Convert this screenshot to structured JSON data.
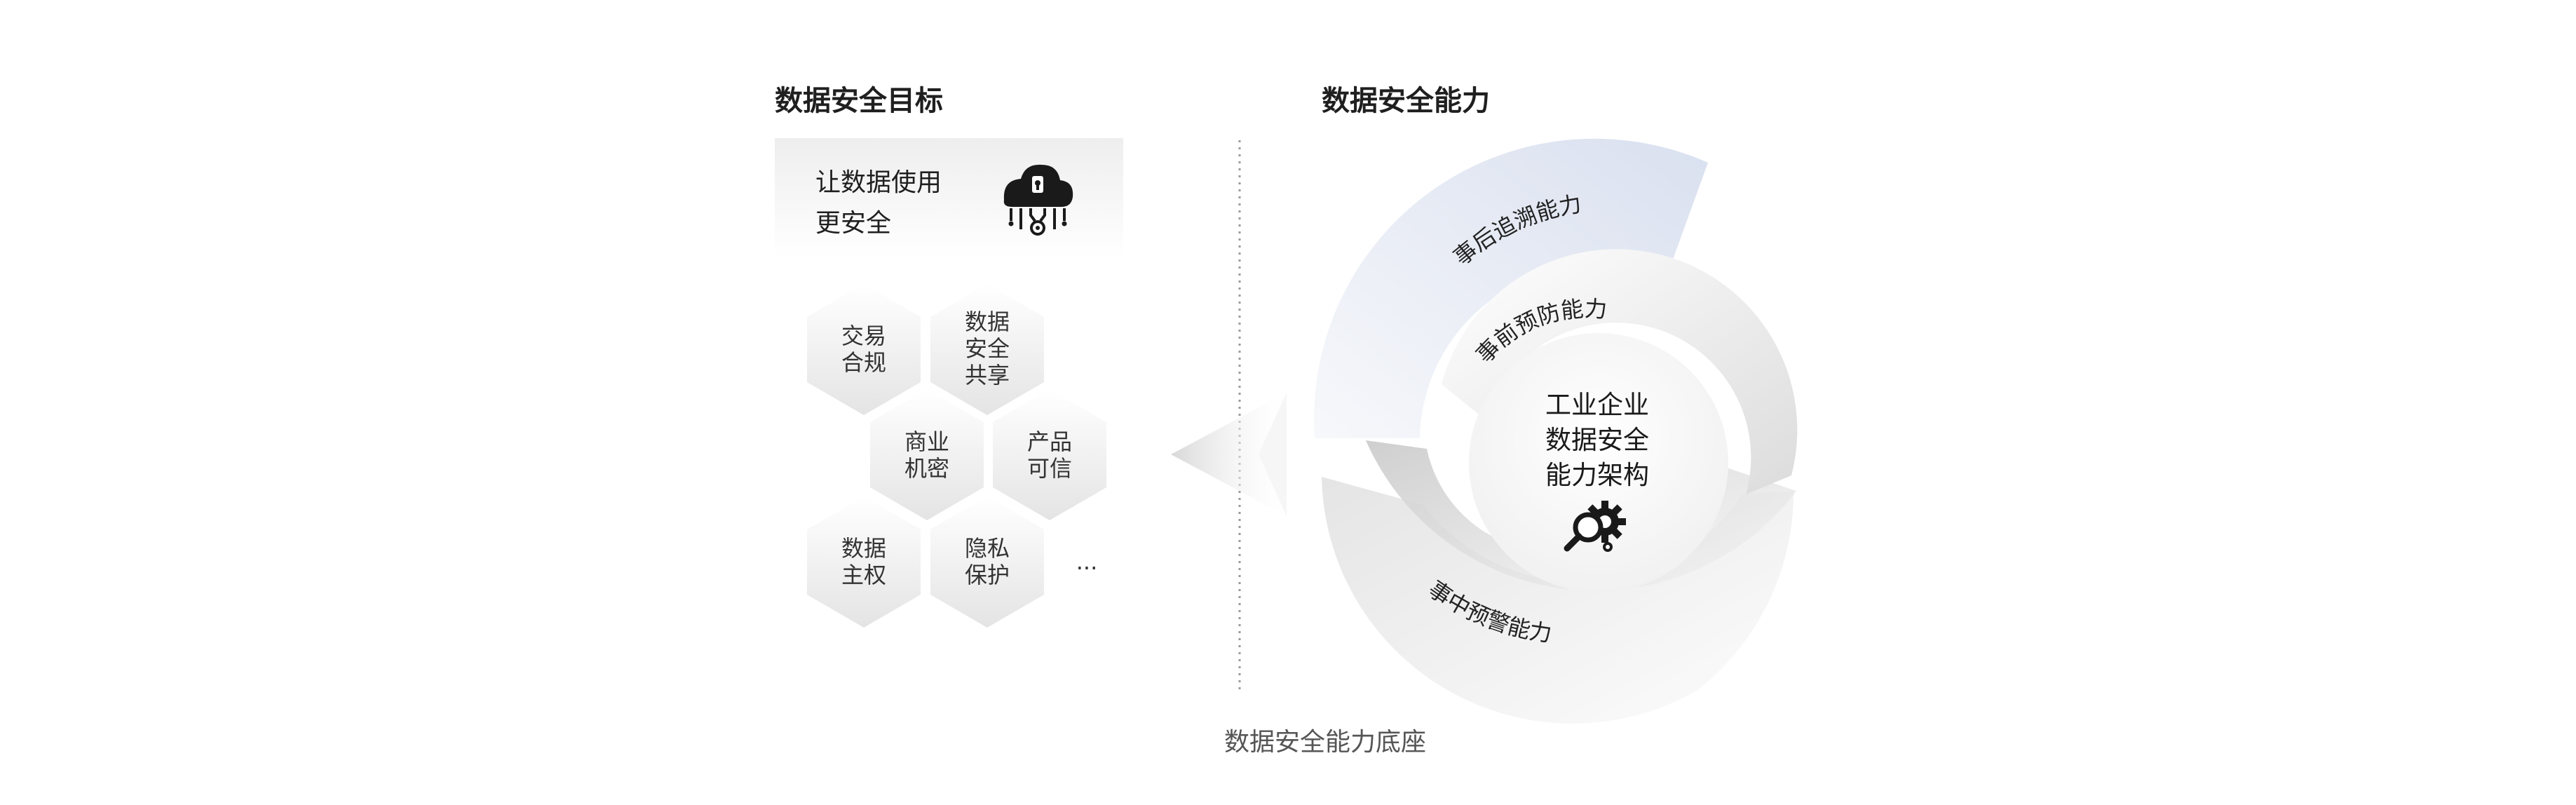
{
  "left": {
    "title": "数据安全目标",
    "goal_card": {
      "lines": [
        "让数据使用",
        "更安全"
      ],
      "icon": "cloud-lock-icon"
    },
    "hexagons": [
      {
        "id": "trade",
        "lines": [
          "交易",
          "合规"
        ]
      },
      {
        "id": "share",
        "lines": [
          "数据",
          "安全",
          "共享"
        ]
      },
      {
        "id": "secret",
        "lines": [
          "商业",
          "机密"
        ]
      },
      {
        "id": "product",
        "lines": [
          "产品",
          "可信"
        ]
      },
      {
        "id": "sovereign",
        "lines": [
          "数据",
          "主权"
        ]
      },
      {
        "id": "privacy",
        "lines": [
          "隐私",
          "保护"
        ]
      },
      {
        "id": "more",
        "lines": [
          "..."
        ]
      }
    ]
  },
  "right": {
    "title": "数据安全能力",
    "center": {
      "lines": [
        "工业企业",
        "数据安全",
        "能力架构"
      ],
      "icon": "magnifier-gear-icon"
    },
    "rings": {
      "post": "事后追溯能力",
      "pre": "事前预防能力",
      "mid": "事中预警能力"
    }
  },
  "caption": "数据安全能力底座",
  "colors": {
    "heading": "#1f1f1f",
    "hex_fill_top": "#ffffff",
    "hex_fill_bottom": "#e6e6e6",
    "post_ring": "#dfe5f1",
    "divider": "#9a9a9a"
  }
}
